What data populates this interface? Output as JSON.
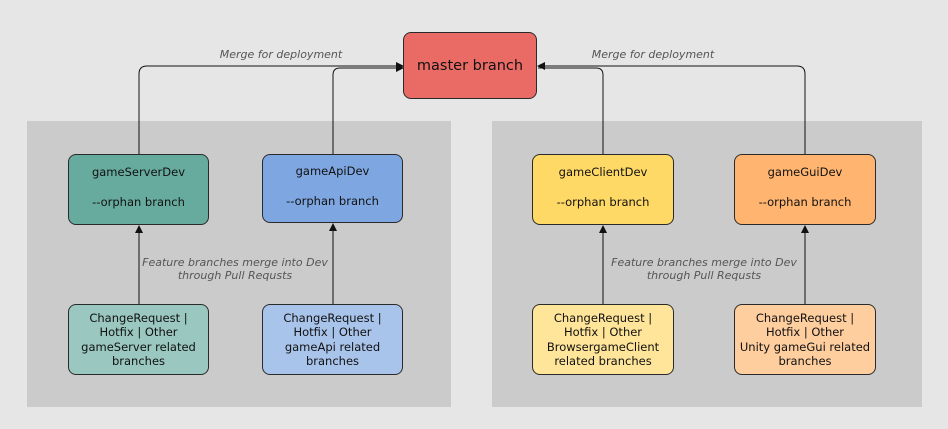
{
  "master": {
    "label": "master branch",
    "color": "#ea6b66"
  },
  "labels": {
    "merge_left": "Merge for deployment",
    "merge_right": "Merge for deployment",
    "feature_left_1": "Feature branches merge into Dev",
    "feature_left_2": "through Pull Requsts",
    "feature_right_1": "Feature branches merge into Dev",
    "feature_right_2": "through Pull Requsts"
  },
  "dev": {
    "server": {
      "name": "gameServerDev",
      "note": "--orphan branch",
      "color": "#67ab9f"
    },
    "api": {
      "name": "gameApiDev",
      "note": "--orphan branch",
      "color": "#7ea6e0"
    },
    "client": {
      "name": "gameClientDev",
      "note": "--orphan branch",
      "color": "#ffd966"
    },
    "gui": {
      "name": "gameGuiDev",
      "note": "--orphan branch",
      "color": "#ffb570"
    }
  },
  "features": {
    "server": {
      "lines": [
        "ChangeRequest |",
        "Hotfix | Other",
        "gameServer related",
        "branches"
      ],
      "color": "#9ac7bf"
    },
    "api": {
      "lines": [
        "ChangeRequest |",
        "Hotfix | Other",
        "gameApi related",
        "branches"
      ],
      "color": "#a9c4eb"
    },
    "client": {
      "lines": [
        "ChangeRequest |",
        "Hotfix | Other",
        "BrowsergameClient",
        "related branches"
      ],
      "color": "#ffe599"
    },
    "gui": {
      "lines": [
        "ChangeRequest |",
        "Hotfix | Other",
        "Unity gameGui related",
        "branches"
      ],
      "color": "#ffce9f"
    }
  },
  "colors": {
    "background": "#e6e6e6",
    "group": "#cbcbcb",
    "edge": "#111111"
  }
}
